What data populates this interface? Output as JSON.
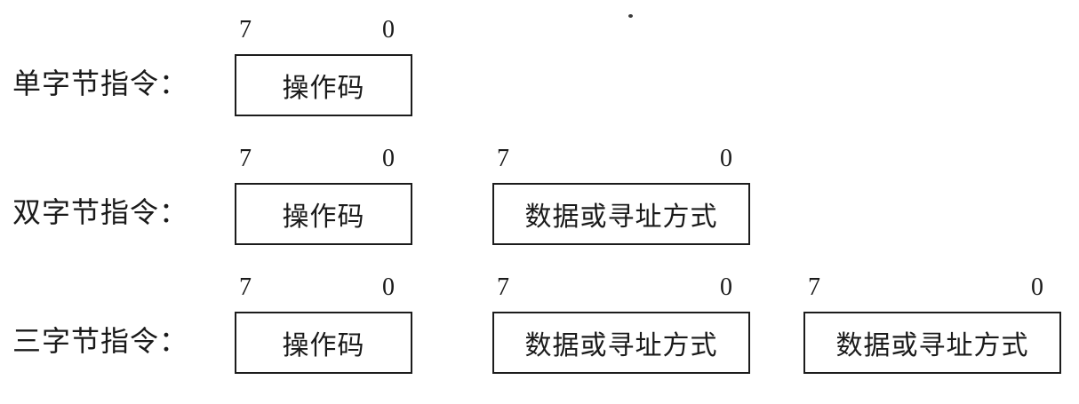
{
  "diagram": {
    "ink_color": "#1c1c1c",
    "rows": [
      {
        "label": "单字节指令：",
        "boxes": [
          {
            "left_bit": "7",
            "right_bit": "0",
            "text": "操作码"
          }
        ]
      },
      {
        "label": "双字节指令：",
        "boxes": [
          {
            "left_bit": "7",
            "right_bit": "0",
            "text": "操作码"
          },
          {
            "left_bit": "7",
            "right_bit": "0",
            "text": "数据或寻址方式"
          }
        ]
      },
      {
        "label": "三字节指令：",
        "boxes": [
          {
            "left_bit": "7",
            "right_bit": "0",
            "text": "操作码"
          },
          {
            "left_bit": "7",
            "right_bit": "0",
            "text": "数据或寻址方式"
          },
          {
            "left_bit": "7",
            "right_bit": "0",
            "text": "数据或寻址方式"
          }
        ]
      }
    ]
  }
}
